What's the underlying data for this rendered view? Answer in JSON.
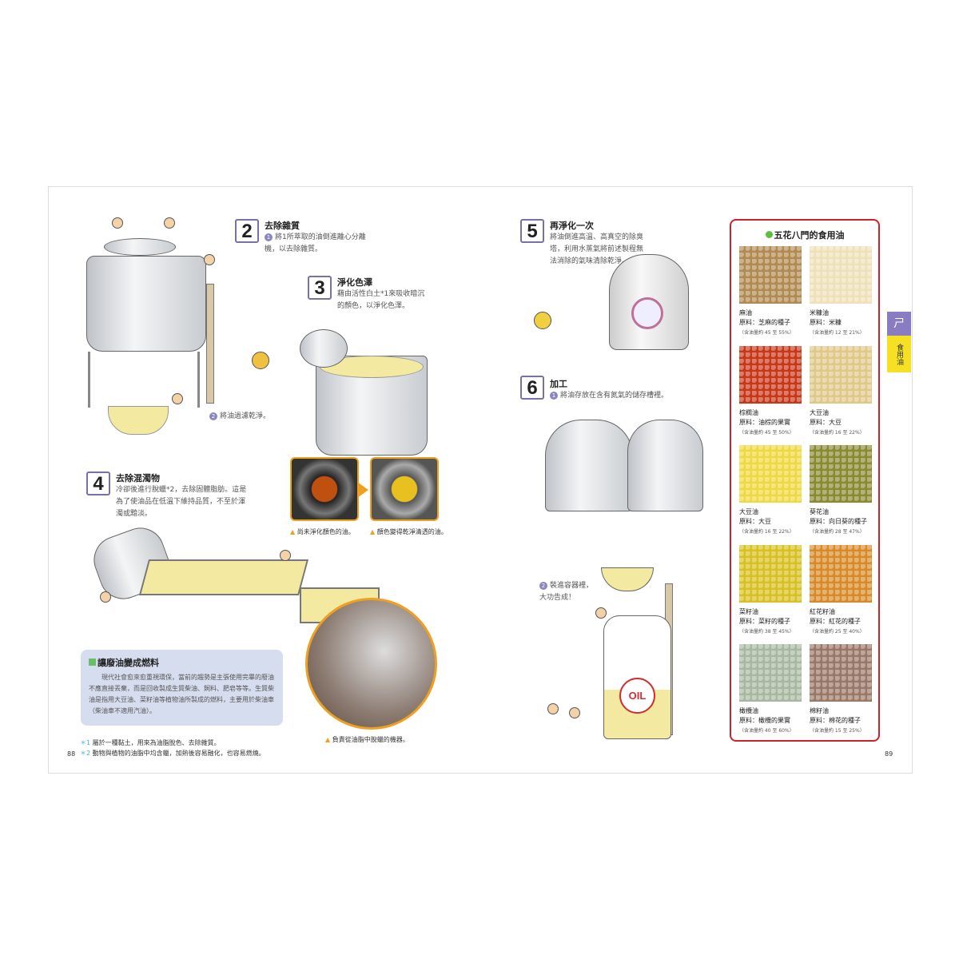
{
  "left_page": {
    "page_number": "88",
    "step2": {
      "num": "2",
      "title": "去除雜質",
      "text": "將1所萃取的油倒進離心分離機，以去除雜質。",
      "sub_num": "2",
      "sub_text": "將油過濾乾淨。"
    },
    "step3": {
      "num": "3",
      "title": "淨化色澤",
      "text": "藉由活性白土*1來吸收暗沉的顏色，以淨化色澤。"
    },
    "step4": {
      "num": "4",
      "title": "去除混濁物",
      "text": "冷卻後進行脫蠟*2，去除固體脂肪。這是為了使油品在低溫下維持品質，不至於渾濁或黯淡。"
    },
    "photo_captions": [
      "尚未淨化顏色的油。",
      "顏色變得乾淨清透的油。",
      "負責從油脂中脫蠟的機器。"
    ],
    "info_box": {
      "title": "讓廢油變成燃料",
      "text": "現代社會愈來愈重視環保，當前的趨勢是主張使用完畢的廢油不應直接丟棄，而是回收製成生質柴油、飼料、肥皂等等。生質柴油是指用大豆油、菜籽油等植物油所製成的燃料，主要用於柴油車（柴油車不適用汽油）。"
    },
    "footnotes": [
      {
        "mark": "＊1",
        "text": "屬於一種黏土，用來為油脂脫色、去除雜質。"
      },
      {
        "mark": "＊2",
        "text": "動物與植物的油脂中均含蠟，加熱後容易融化，也容易燃燒。"
      }
    ]
  },
  "right_page": {
    "page_number": "89",
    "step5": {
      "num": "5",
      "title": "再淨化一次",
      "text": "將油倒進高溫、高真空的除臭塔，利用水蒸氣將前述製程無法消除的氣味清除乾淨。"
    },
    "step6": {
      "num": "6",
      "title": "加工",
      "sub1_num": "1",
      "sub1_text": "將油存放在含有氮氣的儲存槽裡。",
      "sub2_num": "2",
      "sub2_text": "裝進容器裡，大功告成！"
    },
    "bottle_label": "OIL",
    "side_tab": {
      "letter": "ㄕ",
      "label": "食用油"
    },
    "panel": {
      "title": "五花八門的食用油",
      "oils": [
        {
          "name": "麻油",
          "source": "原料：芝麻的種子",
          "content": "（含油量約 45 至 55%）",
          "color": "#b08a50"
        },
        {
          "name": "米糠油",
          "source": "原料：米糠",
          "content": "（含油量約 12 至 21%）",
          "color": "#eee0b8"
        },
        {
          "name": "棕櫚油",
          "source": "原料：油棕的果實",
          "content": "（含油量約 45 至 50%）",
          "color": "#c83818"
        },
        {
          "name": "大豆油",
          "source": "原料：大豆",
          "content": "（含油量約 16 至 22%）",
          "color": "#e0c888"
        },
        {
          "name": "大豆油",
          "source": "原料：大豆",
          "content": "（含油量約 16 至 22%）",
          "color": "#f0d840"
        },
        {
          "name": "葵花油",
          "source": "原料：向日葵的種子",
          "content": "（含油量約 28 至 47%）",
          "color": "#8a8a30"
        },
        {
          "name": "菜籽油",
          "source": "原料：菜籽的種子",
          "content": "（含油量約 38 至 45%）",
          "color": "#d8c020"
        },
        {
          "name": "紅花籽油",
          "source": "原料：紅花的種子",
          "content": "（含油量約 25 至 40%）",
          "color": "#d88a28"
        },
        {
          "name": "橄欖油",
          "source": "原料：橄欖的果實",
          "content": "（含油量約 40 至 60%）",
          "color": "#a8b8a0"
        },
        {
          "name": "棉籽油",
          "source": "原料：棉花的種子",
          "content": "（含油量約 15 至 25%）",
          "color": "#9a7868"
        }
      ]
    }
  }
}
